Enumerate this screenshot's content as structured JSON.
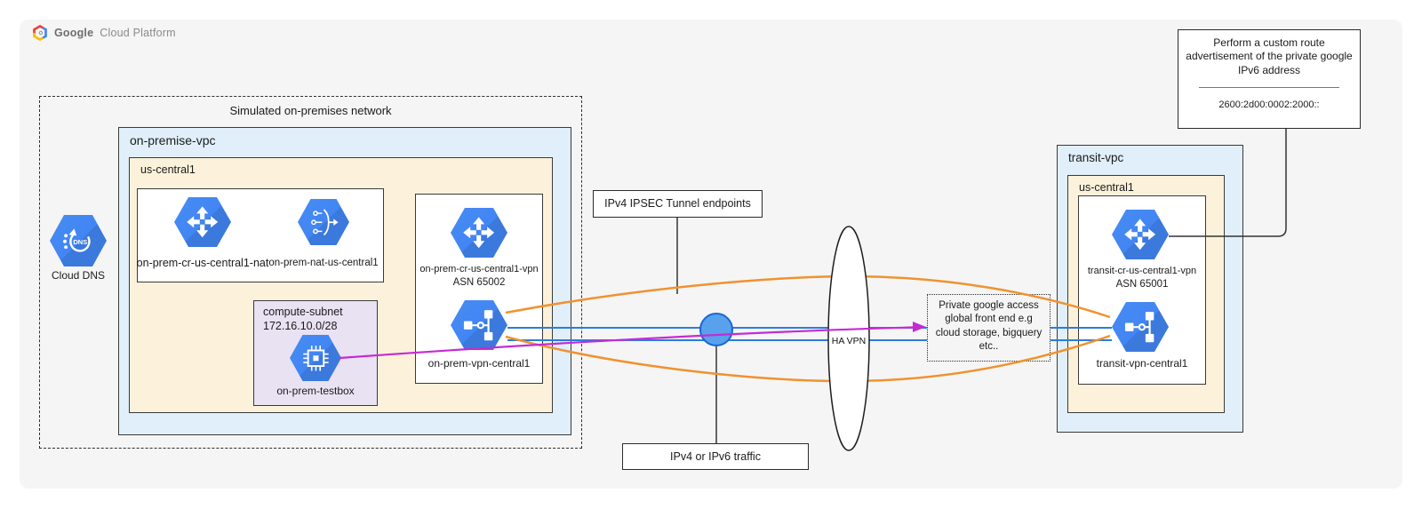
{
  "brand": {
    "name_primary": "Google",
    "name_secondary": "Cloud Platform"
  },
  "colors": {
    "tunnel_orange": "#F0922F",
    "line_blue": "#2B7CE0",
    "traffic_magenta": "#C42BD4",
    "pointer_black": "#333333",
    "icon_blue": "#4285F4",
    "circle_fill": "#58A1ED",
    "circle_stroke": "#1967D2"
  },
  "onprem_network": {
    "title": "Simulated on-premises network",
    "vpc": {
      "label": "on-premise-vpc",
      "region": "us-central1"
    },
    "nat_group": {
      "router": {
        "label": "on-prem-cr-us-central1-nat",
        "icon": "cloud-router-icon"
      },
      "nat": {
        "label": "on-prem-nat-us-central1",
        "icon": "cloud-nat-icon"
      }
    },
    "subnet": {
      "name": "compute-subnet",
      "cidr": "172.16.10.0/28",
      "vm": {
        "label": "on-prem-testbox",
        "icon": "compute-engine-icon"
      }
    },
    "vpn_group": {
      "router": {
        "label": "on-prem-cr-us-central1-vpn",
        "asn": "ASN 65002",
        "icon": "cloud-router-icon"
      },
      "gateway": {
        "label": "on-prem-vpn-central1",
        "icon": "vpn-gateway-icon"
      }
    }
  },
  "cloud_dns": {
    "label": "Cloud DNS",
    "icon_text": "DNS"
  },
  "connections": {
    "ipsec_label": "IPv4 IPSEC Tunnel endpoints",
    "traffic_label": "IPv4 or IPv6 traffic",
    "ha_vpn_label": "HA VPN",
    "pga_note_lines": [
      "Private google access",
      "global front end e.g",
      "cloud storage, bigquery",
      "etc.."
    ]
  },
  "transit_network": {
    "vpc": {
      "label": "transit-vpc",
      "region": "us-central1"
    },
    "router": {
      "label": "transit-cr-us-central1-vpn",
      "asn": "ASN 65001",
      "icon": "cloud-router-icon"
    },
    "gateway": {
      "label": "transit-vpn-central1",
      "icon": "vpn-gateway-icon"
    }
  },
  "callout": {
    "lines": [
      "Perform a custom route",
      "advertisement of the private google",
      "IPv6 address"
    ],
    "route": "2600:2d00:0002:2000::"
  }
}
